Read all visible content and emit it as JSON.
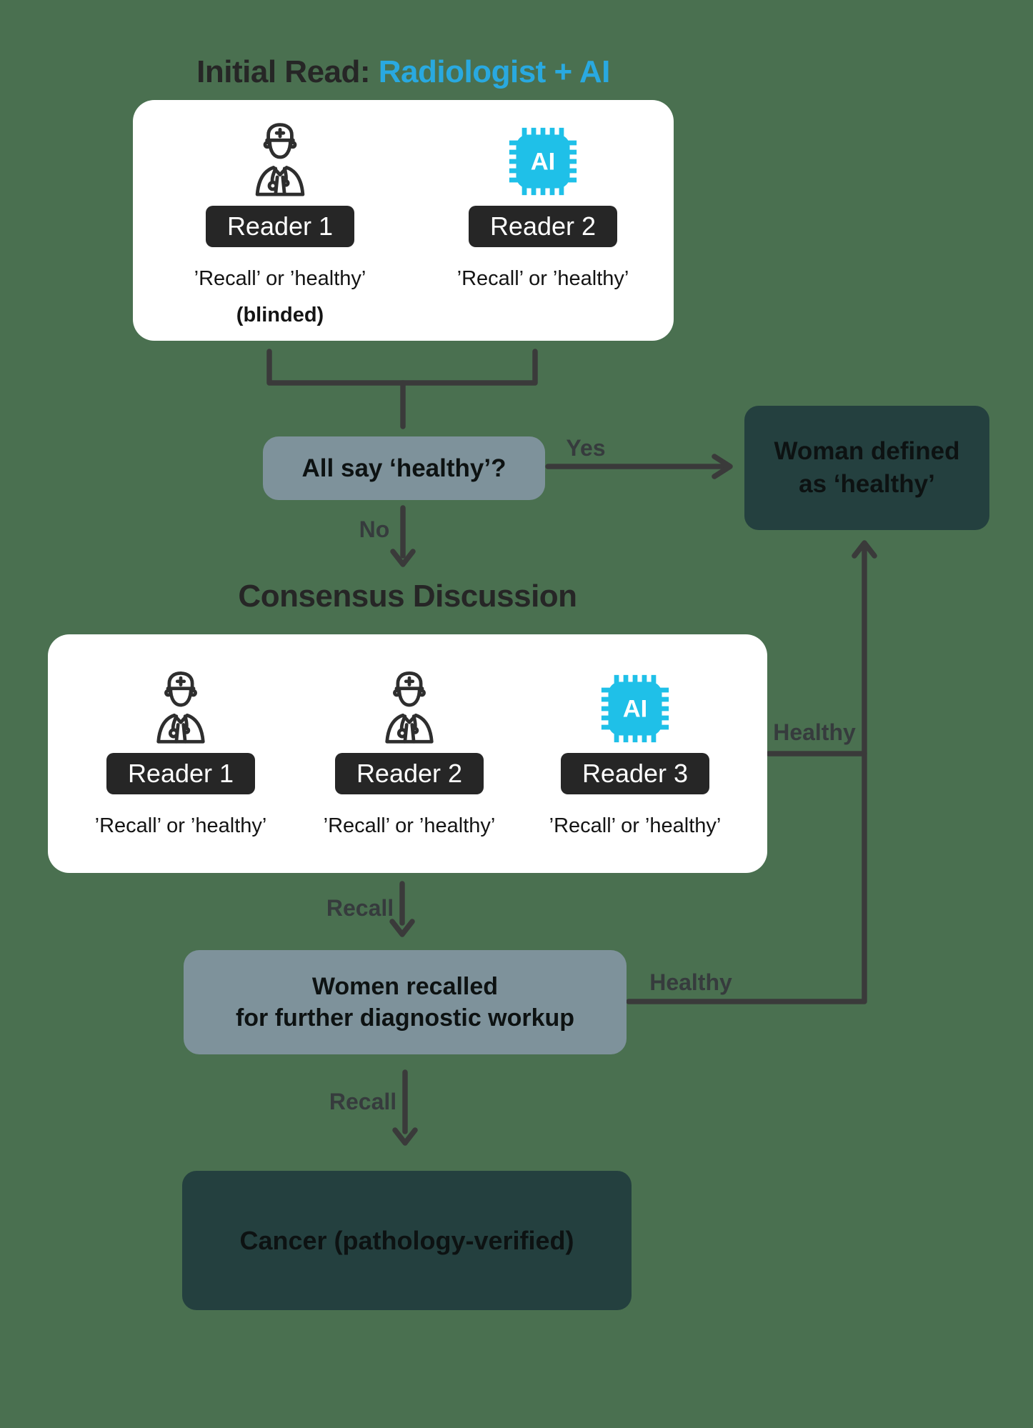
{
  "colors": {
    "background": "#4a7050",
    "accent_blue": "#29a9e0",
    "chip_cyan": "#1fc0e8",
    "card_white": "#ffffff",
    "pill_dark": "#262626",
    "decision_gray": "#7e929b",
    "outcome_teal": "#24403f",
    "line_dark": "#3a3a3a",
    "label_gray": "#363b3d"
  },
  "header": {
    "title_prefix": "Initial Read: ",
    "title_accent": "Radiologist + AI"
  },
  "initial_read_card": {
    "readers": [
      {
        "icon": "doctor",
        "label": "Reader 1",
        "decision": "’Recall’ or ’healthy’",
        "note": "(blinded)"
      },
      {
        "icon": "ai-chip",
        "label": "Reader 2",
        "decision": "’Recall’ or ’healthy’"
      }
    ]
  },
  "decision": {
    "question": "All say ‘healthy’?",
    "yes_label": "Yes",
    "no_label": "No"
  },
  "healthy_outcome": {
    "line1": "Woman defined",
    "line2": "as ‘healthy’"
  },
  "consensus": {
    "title": "Consensus Discussion",
    "readers": [
      {
        "icon": "doctor",
        "label": "Reader 1",
        "decision": "’Recall’ or ’healthy’"
      },
      {
        "icon": "doctor",
        "label": "Reader 2",
        "decision": "’Recall’ or ’healthy’"
      },
      {
        "icon": "ai-chip",
        "label": "Reader 3",
        "decision": "’Recall’ or ’healthy’"
      }
    ]
  },
  "edges": {
    "healthy_from_consensus": "Healthy",
    "healthy_from_recall": "Healthy",
    "recall_to_workup": "Recall",
    "recall_to_cancer": "Recall"
  },
  "recall_workup": {
    "line1": "Women recalled",
    "line2": "for further diagnostic workup"
  },
  "cancer_outcome": {
    "label": "Cancer (pathology-verified)"
  },
  "ai_chip_text": "AI"
}
